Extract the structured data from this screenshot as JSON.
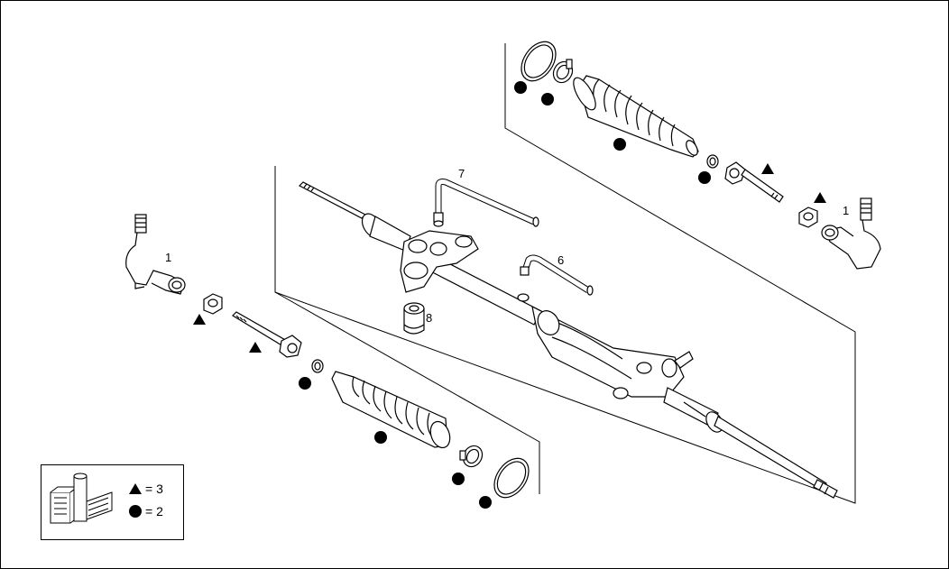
{
  "callouts": {
    "tie_rod_end_left": "1",
    "tie_rod_end_right": "1",
    "pipe_upper": "7",
    "pipe_lower": "6",
    "bush": "8"
  },
  "legend": {
    "triangle_text": "= 3",
    "circle_text": "= 2"
  },
  "symbols": {
    "triangle": "triangle-marker",
    "circle": "circle-marker"
  },
  "colors": {
    "line": "#000000",
    "background": "#ffffff"
  }
}
